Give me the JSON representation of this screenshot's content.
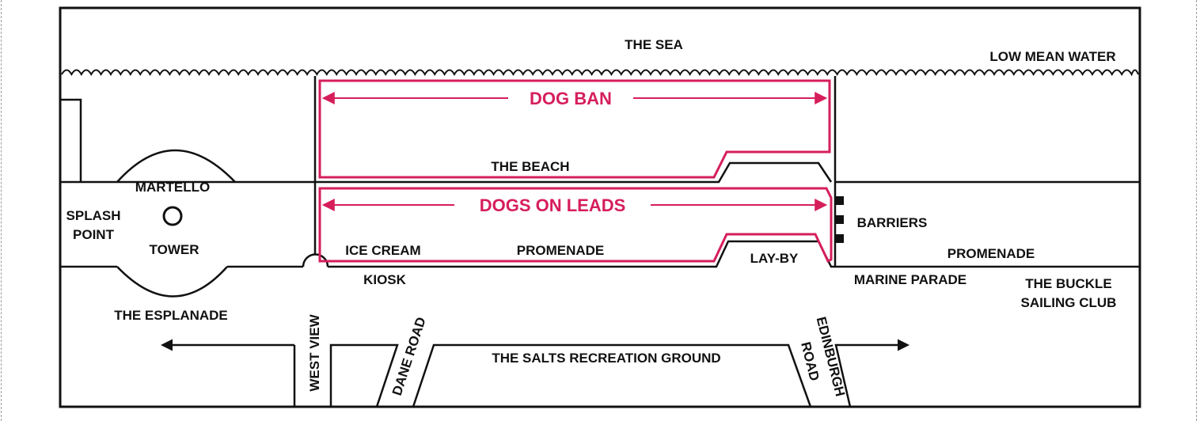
{
  "labels": {
    "sea": "THE SEA",
    "low_mean_water": "LOW MEAN WATER",
    "dog_ban": "DOG BAN",
    "the_beach": "THE BEACH",
    "martello": "MARTELLO",
    "tower": "TOWER",
    "splash": "SPLASH",
    "point": "POINT",
    "dogs_on_leads": "DOGS ON LEADS",
    "barriers": "BARRIERS",
    "ice_cream": "ICE CREAM",
    "kiosk": "KIOSK",
    "promenade_west": "PROMENADE",
    "lay_by": "LAY-BY",
    "promenade_east": "PROMENADE",
    "marine_parade": "MARINE PARADE",
    "buckle_1": "THE BUCKLE",
    "buckle_2": "SAILING CLUB",
    "esplanade": "THE ESPLANADE",
    "west_view": "WEST VIEW",
    "dane_road": "DANE ROAD",
    "salts": "THE SALTS RECREATION GROUND",
    "edinburgh": "EDINBURGH",
    "road": "ROAD"
  },
  "colors": {
    "ink": "#111111",
    "zone": "#d61e5b"
  }
}
